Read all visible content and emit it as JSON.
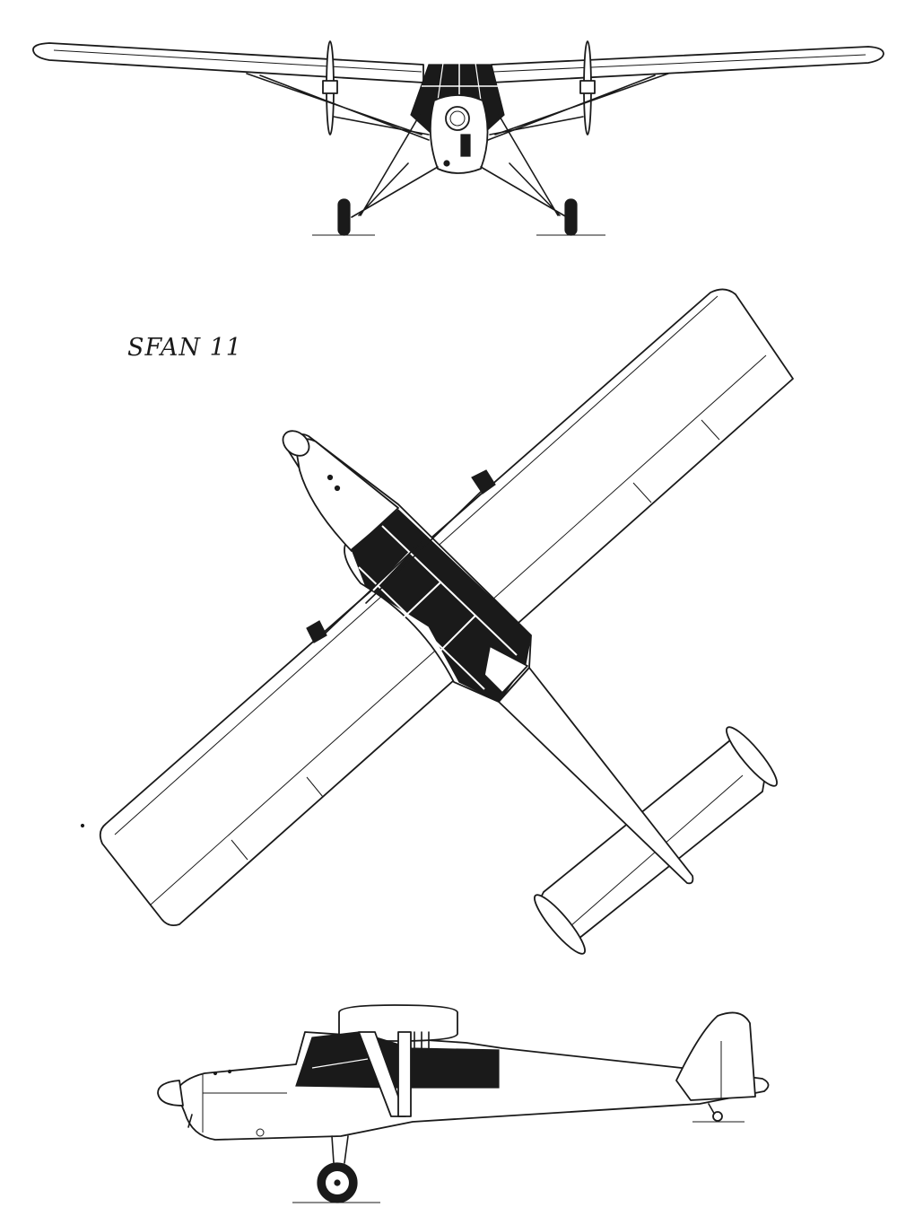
{
  "title": "SFAN 11",
  "views": [
    "front-view",
    "top-view",
    "side-view"
  ]
}
